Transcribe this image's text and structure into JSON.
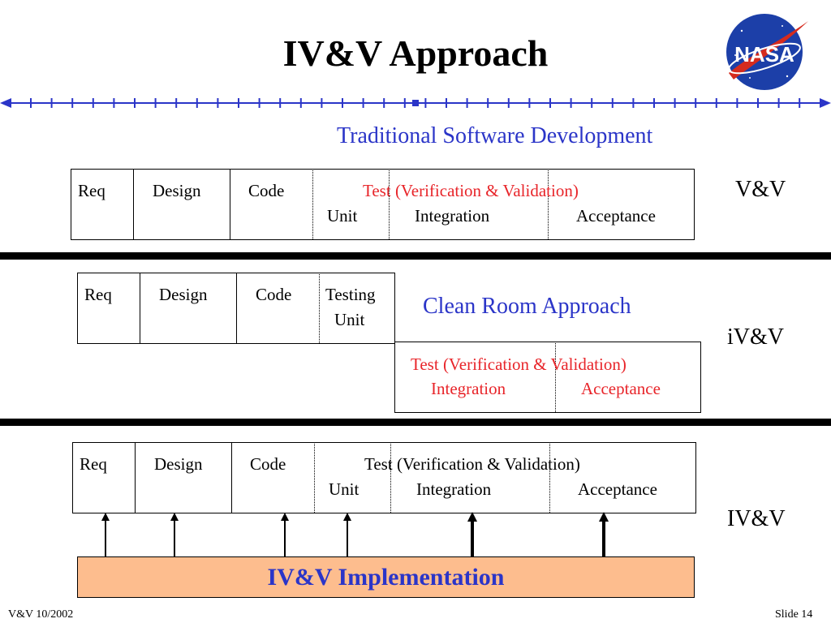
{
  "slide": {
    "title": "IV&V Approach",
    "footer_left": "V&V  10/2002",
    "footer_right": "Slide 14"
  },
  "traditional": {
    "heading": "Traditional Software Development",
    "req": "Req",
    "design": "Design",
    "code": "Code",
    "test_title": "Test (Verification & Validation)",
    "unit": "Unit",
    "integration": "Integration",
    "acceptance": "Acceptance",
    "label": "V&V"
  },
  "cleanroom": {
    "heading": "Clean Room Approach",
    "req": "Req",
    "design": "Design",
    "code": "Code",
    "testing": "Testing",
    "unit": "Unit",
    "test_title": "Test (Verification & Validation)",
    "integration": "Integration",
    "acceptance": "Acceptance",
    "label": "iV&V"
  },
  "ivv": {
    "req": "Req",
    "design": "Design",
    "code": "Code",
    "test_title": "Test (Verification & Validation)",
    "unit": "Unit",
    "integration": "Integration",
    "acceptance": "Acceptance",
    "label": "IV&V",
    "implementation": "IV&V Implementation"
  },
  "logo": {
    "text": "NASA"
  },
  "colors": {
    "heading_blue": "#2b35c8",
    "test_red": "#e8252a",
    "implementation_fill": "#fdbd8e",
    "logo_blue": "#1c3fa8"
  }
}
